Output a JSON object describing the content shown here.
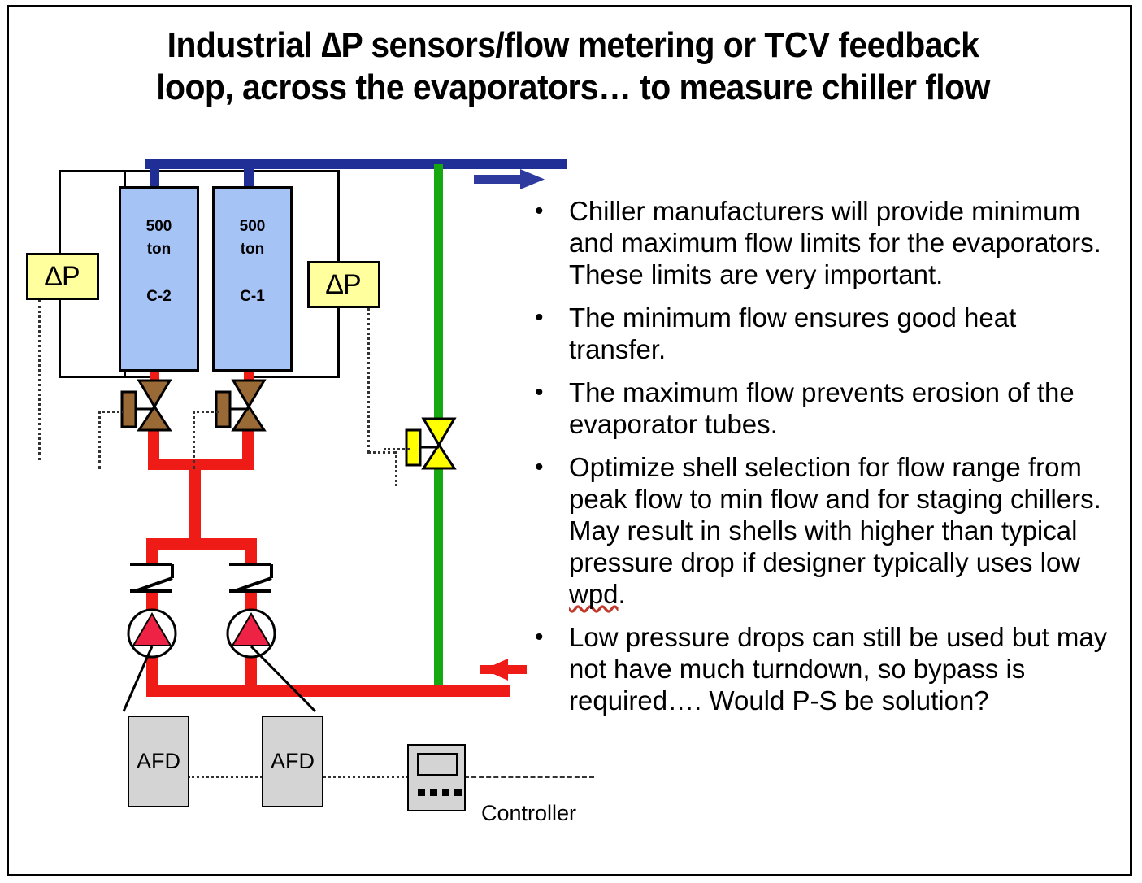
{
  "slide": {
    "title_line1": "Industrial ∆P sensors/flow metering or TCV feedback",
    "title_line2": "loop,  across the evaporators… to measure chiller flow",
    "background": "#ffffff",
    "border_color": "#000000"
  },
  "bullets": [
    {
      "marker": "•",
      "text": "Chiller manufacturers will provide minimum and maximum flow limits for the evaporators. These limits are very important."
    },
    {
      "marker": "•",
      "text": "The minimum flow ensures good heat transfer."
    },
    {
      "marker": "•",
      "text": "The maximum flow prevents erosion of the evaporator tubes."
    },
    {
      "marker": "•",
      "text_a": "Optimize shell selection for flow range from peak flow to min flow and for staging chillers.  May result in shells with higher than typical pressure drop if designer typically uses low ",
      "text_b": "wpd",
      "text_c": "."
    },
    {
      "marker": "•",
      "text": "Low pressure drops can still be used but may not have much turndown, so bypass is required…. Would P-S be solution?"
    }
  ],
  "diagram": {
    "chillers": [
      {
        "name": "chiller-c2",
        "capacity_value": "500",
        "capacity_unit": "ton",
        "id_label": "C-2"
      },
      {
        "name": "chiller-c1",
        "capacity_value": "500",
        "capacity_unit": "ton",
        "id_label": "C-1"
      }
    ],
    "dp_sensors": [
      {
        "name": "dp-sensor-left",
        "label": "∆P"
      },
      {
        "name": "dp-sensor-right",
        "label": "∆P"
      }
    ],
    "drives": [
      {
        "name": "afd-left",
        "label": "AFD"
      },
      {
        "name": "afd-right",
        "label": "AFD"
      }
    ],
    "controller": {
      "label": "Controller"
    },
    "colors": {
      "supply_header": "#1f2f96",
      "return_pipe": "#ee1b17",
      "bypass_pipe": "#16a810",
      "chiller_fill": "#a6c3f5",
      "dp_fill": "#ffff9e",
      "valve_fill": "#9a6a36",
      "bypass_valve_fill": "#ffff00",
      "afd_fill": "#d4d4d4",
      "pump_fill": "#ee2244"
    }
  }
}
